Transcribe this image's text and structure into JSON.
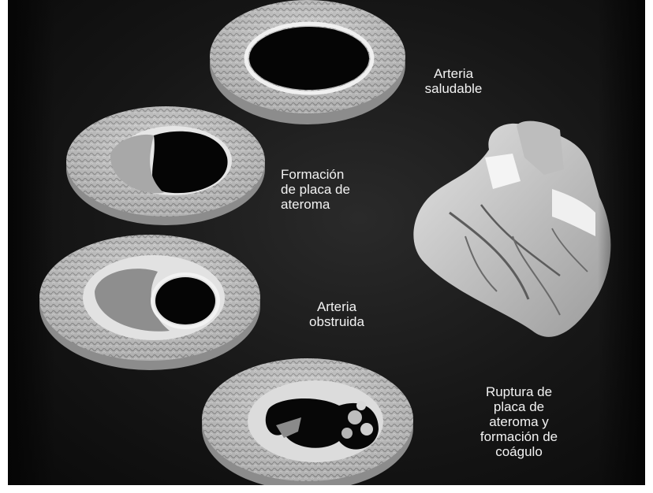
{
  "labels": {
    "healthy": "Arteria\nsaludable",
    "plaque": "Formación\nde placa de\nateroma",
    "obstructed": "Arteria\nobstruida",
    "rupture": "Ruptura de\nplaca de\nateroma y\nformación de\ncoágulo"
  },
  "colors": {
    "background": "#161616",
    "artery_wall": "#d4d4d4",
    "plaque": "#8a8a8a",
    "text": "#f2f2f2"
  }
}
